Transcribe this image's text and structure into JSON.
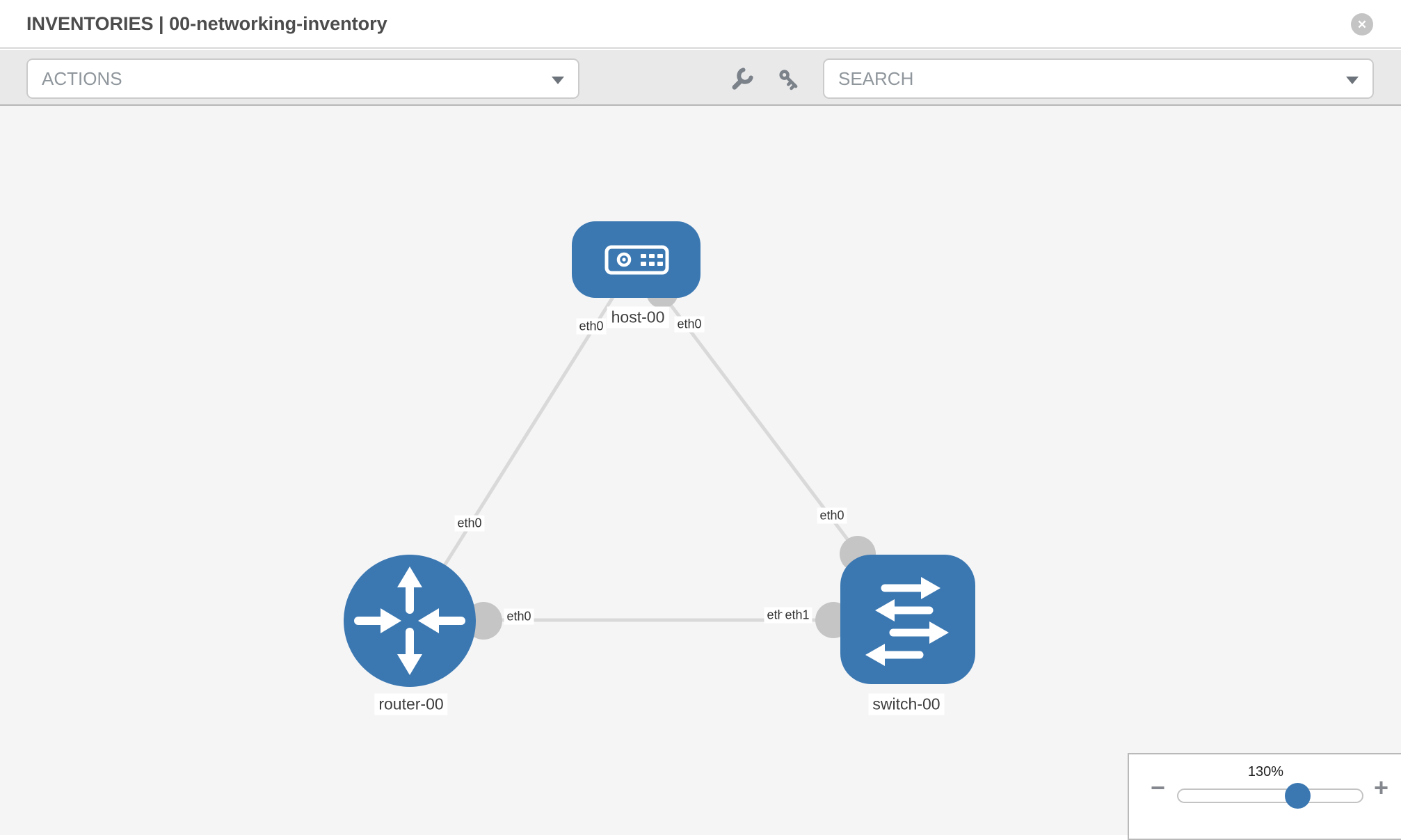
{
  "header": {
    "title": "INVENTORIES | 00-networking-inventory"
  },
  "toolbar": {
    "actions_label": "ACTIONS",
    "search_placeholder": "SEARCH"
  },
  "icons": {
    "close": "✕",
    "chevron_down": "css-triangle",
    "wrench": "wrench-svg",
    "key": "key-svg",
    "zoom_out": "−",
    "zoom_in": "+"
  },
  "colors": {
    "node_blue": "#3b78b2",
    "endpoint_gray": "#c5c5c6",
    "link_gray": "#d9d9d9",
    "toolbar_gray": "#e9e9ea",
    "canvas_gray": "#f5f5f6",
    "icon_gray": "#7b8289"
  },
  "diagram": {
    "nodes": [
      {
        "label": "host-00",
        "type": "host"
      },
      {
        "label": "router-00",
        "type": "router"
      },
      {
        "label": "switch-00",
        "type": "switch"
      }
    ],
    "interface_labels": {
      "host_to_router": "eth0",
      "host_to_switch": "eth0",
      "router_to_host": "eth0",
      "switch_to_host": "eth0",
      "router_to_switch": "eth0",
      "switch_to_router_back": "eth0",
      "switch_to_router_front": "eth1"
    }
  },
  "zoom_control": {
    "level": "130%"
  }
}
